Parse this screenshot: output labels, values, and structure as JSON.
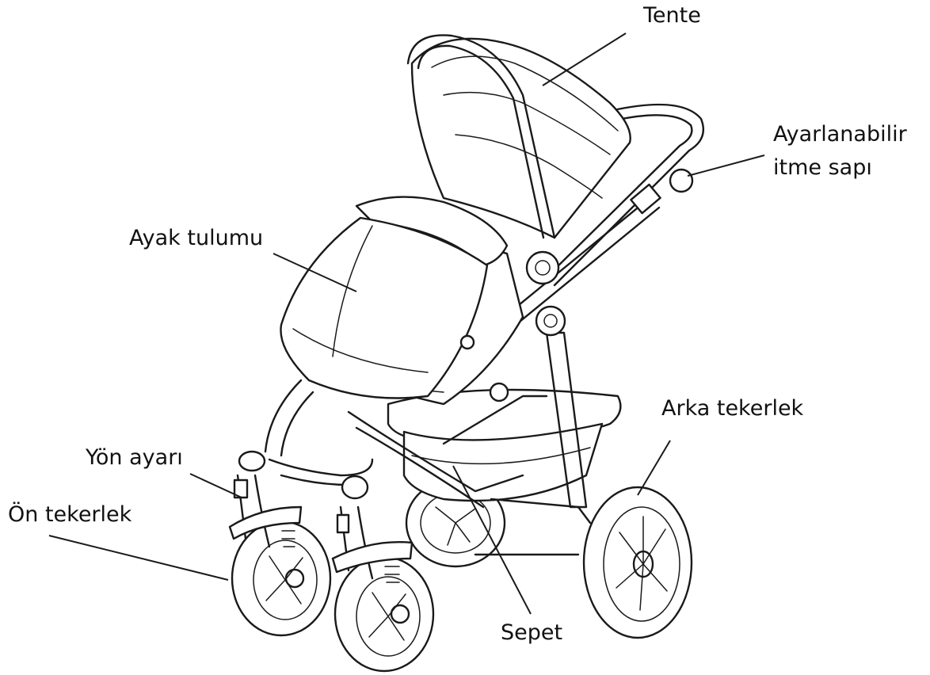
{
  "labels": {
    "tente": "Tente",
    "push_handle_line1": "Ayarlanabilir",
    "push_handle_line2": "itme sapı",
    "footmuff": "Ayak tulumu",
    "rear_wheel": "Arka tekerlek",
    "direction": "Yön ayarı",
    "front_wheel": "Ön tekerlek",
    "basket": "Sepet"
  }
}
